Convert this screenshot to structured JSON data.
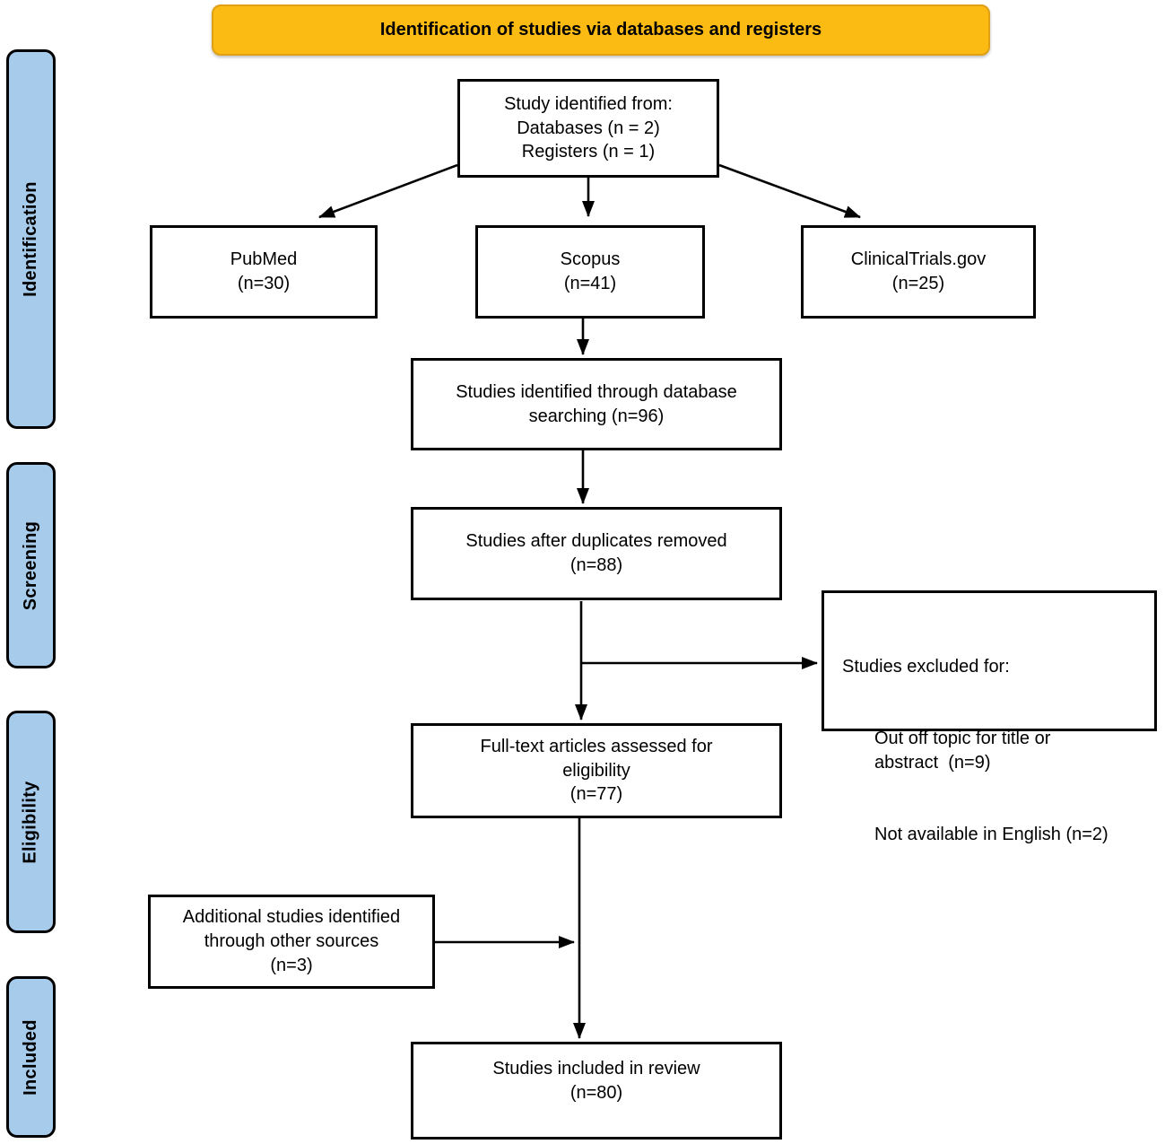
{
  "banner": {
    "label": "Identification of studies via databases and registers"
  },
  "sidebar": {
    "items": [
      {
        "label": "Identification"
      },
      {
        "label": "Screening"
      },
      {
        "label": "Eligibility"
      },
      {
        "label": "Included"
      }
    ]
  },
  "boxes": {
    "study_identified": {
      "text": "Study identified from:\nDatabases (n = 2)\nRegisters (n = 1)"
    },
    "pubmed": {
      "text": "PubMed\n(n=30)"
    },
    "scopus": {
      "text": "Scopus\n(n=41)"
    },
    "clinicaltrials": {
      "text": "ClinicalTrials.gov\n(n=25)"
    },
    "database_search": {
      "text": "Studies identified through database\nsearching (n=96)"
    },
    "duplicates_removed": {
      "text": "Studies after duplicates removed\n(n=88)"
    },
    "excluded": {
      "title": "Studies excluded for:",
      "items": [
        "Out off topic for title or\nabstract  (n=9)",
        "Not available in English (n=2)"
      ]
    },
    "fulltext": {
      "text": "Full-text articles assessed for\neligibility\n(n=77)"
    },
    "additional": {
      "text": "Additional studies identified\nthrough other sources\n(n=3)"
    },
    "included_review": {
      "text": "Studies included in review\n(n=80)"
    }
  },
  "colors": {
    "banner_bg": "#FBBB13",
    "banner_border": "#DFA013",
    "sidebar_bg": "#A7CBEB",
    "box_border": "#000000",
    "arrow_color": "#000000"
  }
}
